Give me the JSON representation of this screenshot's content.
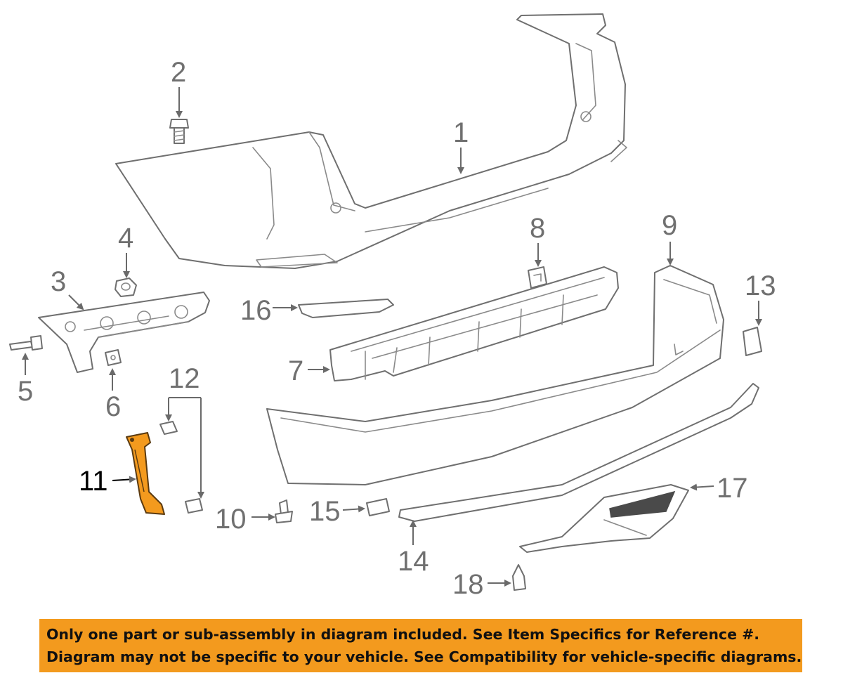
{
  "callouts": {
    "c1": "1",
    "c2": "2",
    "c3": "3",
    "c4": "4",
    "c5": "5",
    "c6": "6",
    "c7": "7",
    "c8": "8",
    "c9": "9",
    "c10": "10",
    "c11": "11",
    "c12": "12",
    "c13": "13",
    "c14": "14",
    "c15": "15",
    "c16": "16",
    "c17": "17",
    "c18": "18"
  },
  "highlighted_part": "11",
  "colors": {
    "highlight": "#f39a1e",
    "lines": "#6f6f6f",
    "notice_bg": "#f39a1e"
  },
  "notice": {
    "line1": "Only one part or sub-assembly in diagram included. See Item Specifics for Reference #.",
    "line2": "Diagram may not be specific to your vehicle. See Compatibility for vehicle-specific diagrams."
  }
}
